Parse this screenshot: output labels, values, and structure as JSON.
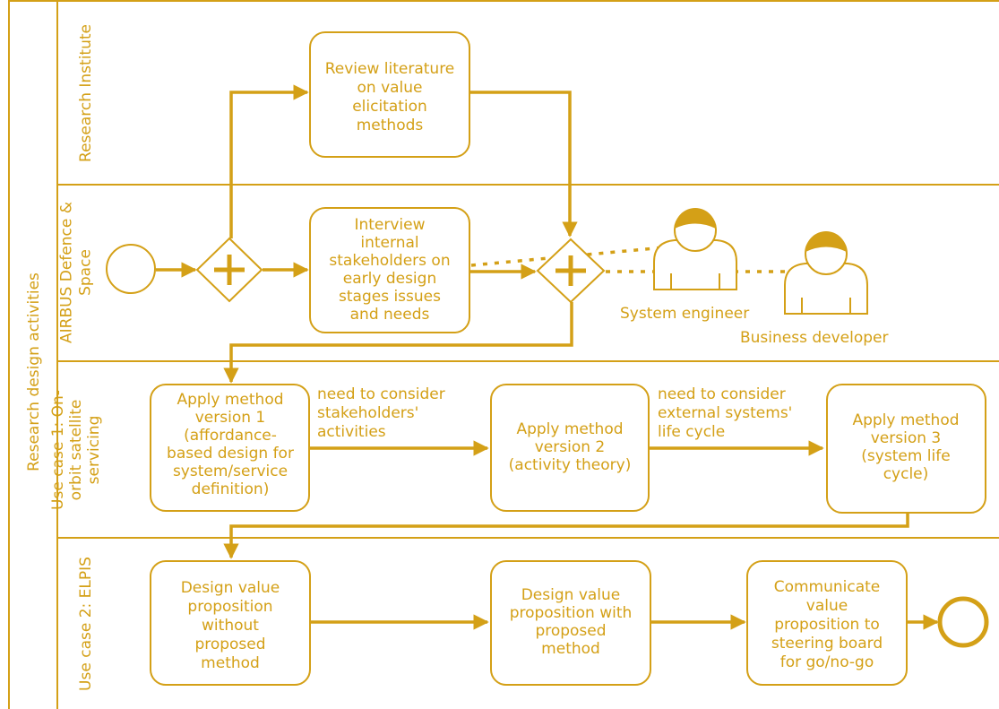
{
  "pool": {
    "label": "Research design activities"
  },
  "lanes": [
    {
      "label_lines": [
        "Research Institute"
      ]
    },
    {
      "label_lines": [
        "AIRBUS Defence &",
        "Space"
      ]
    },
    {
      "label_lines": [
        "Use case 1: On-",
        "orbit satellite",
        "servicing"
      ]
    },
    {
      "label_lines": [
        "Use case 2: ELPIS"
      ]
    }
  ],
  "tasks": {
    "review": {
      "lines": [
        "Review literature",
        "on value",
        "elicitation",
        "methods"
      ]
    },
    "interview": {
      "lines": [
        "Interview",
        "internal",
        "stakeholders on",
        "early design",
        "stages issues",
        "and needs"
      ]
    },
    "apply1": {
      "lines": [
        "Apply method",
        "version 1",
        "(affordance-",
        "based design for",
        "system/service",
        "definition)"
      ]
    },
    "apply2": {
      "lines": [
        "Apply method",
        "version 2",
        "(activity theory)"
      ]
    },
    "apply3": {
      "lines": [
        "Apply method",
        "version 3",
        "(system life",
        "cycle)"
      ]
    },
    "design1": {
      "lines": [
        "Design value",
        "proposition",
        "without",
        "proposed",
        "method"
      ]
    },
    "design2": {
      "lines": [
        "Design value",
        "proposition with",
        "proposed",
        "method"
      ]
    },
    "communicate": {
      "lines": [
        "Communicate",
        "value",
        "proposition to",
        "steering board",
        "for go/no-go"
      ]
    }
  },
  "flow_labels": {
    "f1": {
      "lines": [
        "need to consider",
        "stakeholders'",
        "activities"
      ]
    },
    "f2": {
      "lines": [
        "need to consider",
        "external systems'",
        "life cycle"
      ]
    }
  },
  "actors": {
    "engineer": {
      "label": "System engineer"
    },
    "developer": {
      "label": "Business developer"
    }
  },
  "colors": {
    "accent": "#d4a017"
  }
}
